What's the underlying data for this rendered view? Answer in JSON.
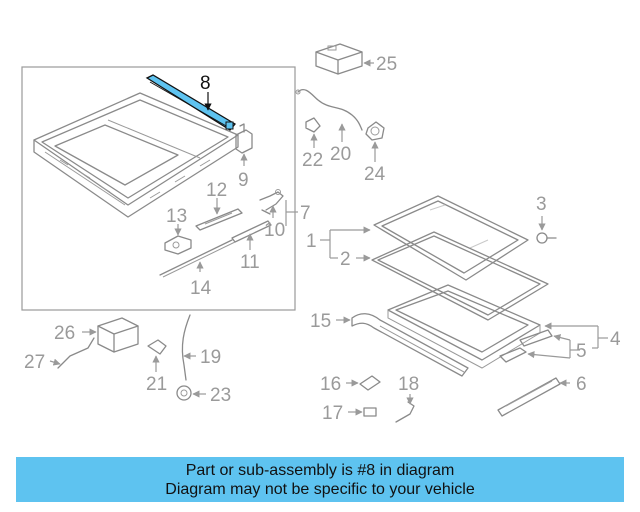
{
  "diagram": {
    "callouts": {
      "c1": "1",
      "c2": "2",
      "c3": "3",
      "c4": "4",
      "c5": "5",
      "c6": "6",
      "c7": "7",
      "c8": "8",
      "c9": "9",
      "c10": "10",
      "c11": "11",
      "c12": "12",
      "c13": "13",
      "c14": "14",
      "c15": "15",
      "c16": "16",
      "c17": "17",
      "c18": "18",
      "c19": "19",
      "c20": "20",
      "c21": "21",
      "c22": "22",
      "c23": "23",
      "c24": "24",
      "c25": "25",
      "c26": "26",
      "c27": "27"
    },
    "highlighted_part": "8",
    "highlight_color": "#5ec3f0"
  },
  "banner": {
    "line1": "Part or sub-assembly is #8 in diagram",
    "line2": "Diagram may not be specific to your vehicle",
    "background": "#5ec3f0"
  }
}
